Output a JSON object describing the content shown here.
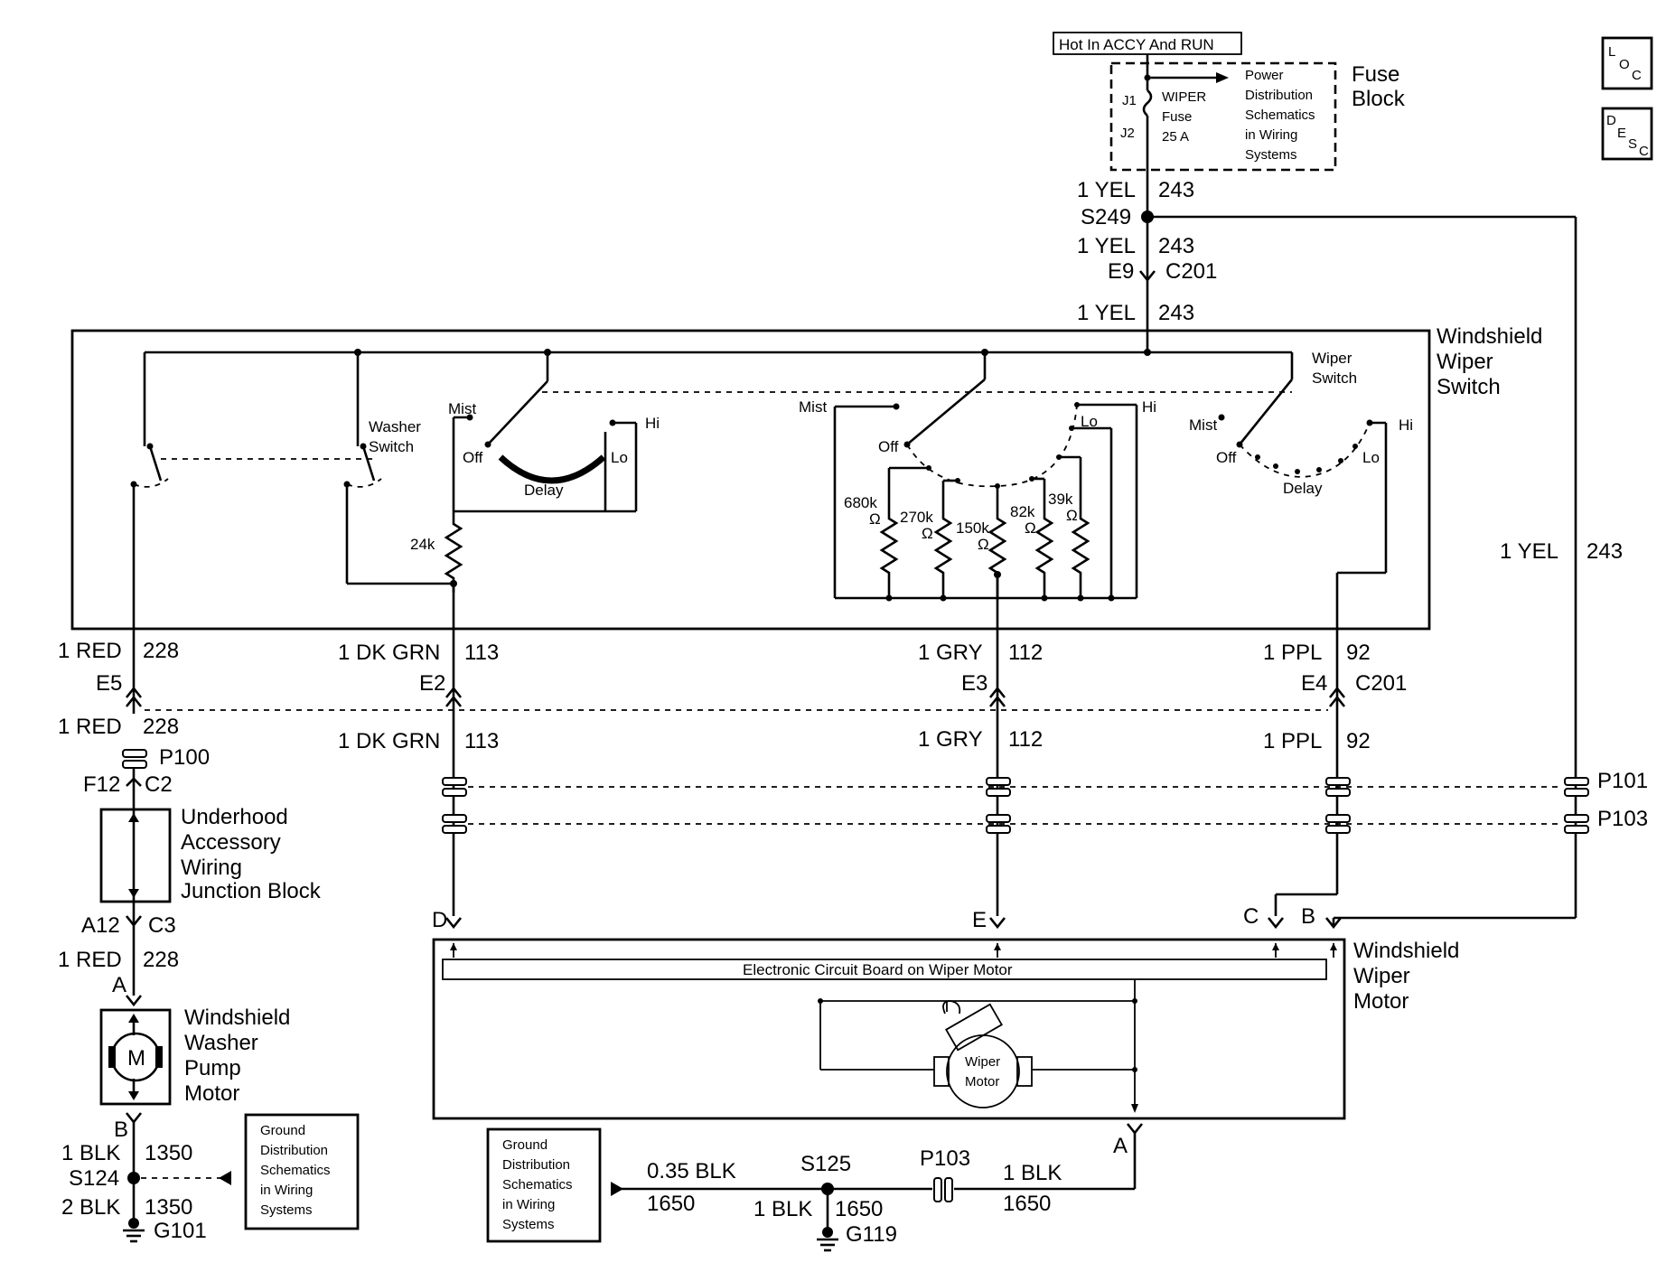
{
  "corner_icons": {
    "loc": [
      "L",
      "O",
      "C"
    ],
    "desc": [
      "D",
      "E",
      "S",
      "C"
    ]
  },
  "power": {
    "hot_label": "Hot In ACCY And RUN",
    "fuse_block": "Fuse Block",
    "fuse_block_l1": "Fuse",
    "fuse_block_l2": "Block",
    "j1": "J1",
    "j2": "J2",
    "fuse_l1": "WIPER",
    "fuse_l2": "Fuse",
    "fuse_l3": "25 A",
    "pds_l1": "Power",
    "pds_l2": "Distribution",
    "pds_l3": "Schematics",
    "pds_l4": "in Wiring",
    "pds_l5": "Systems"
  },
  "wires": {
    "yel_top_1": "1 YEL",
    "yel_top_1_num": "243",
    "splice_s249": "S249",
    "yel_top_2": "1 YEL",
    "yel_top_2_num": "243",
    "e9": "E9",
    "c201_top": "C201",
    "yel_top_3": "1 YEL",
    "yel_top_3_num": "243",
    "yel_right": "1 YEL",
    "yel_right_num": "243",
    "red1": "1 RED",
    "red1_num": "228",
    "dkgrn1": "1 DK GRN",
    "dkgrn1_num": "113",
    "gry1": "1 GRY",
    "gry1_num": "112",
    "ppl1": "1 PPL",
    "ppl1_num": "92",
    "e5": "E5",
    "e2": "E2",
    "e3": "E3",
    "e4": "E4",
    "c201_mid": "C201",
    "red2": "1 RED",
    "red2_num": "228",
    "dkgrn2": "1 DK GRN",
    "dkgrn2_num": "113",
    "gry2": "1 GRY",
    "gry2_num": "112",
    "ppl2": "1 PPL",
    "ppl2_num": "92",
    "p100": "P100",
    "f12": "F12",
    "c2": "C2",
    "p101": "P101",
    "p103_right": "P103",
    "a12": "A12",
    "c3": "C3",
    "red3": "1 RED",
    "red3_num": "228",
    "pin_a_pump": "A",
    "pin_b_pump": "B",
    "pin_d": "D",
    "pin_e": "E",
    "pin_c": "C",
    "pin_b": "B",
    "pin_a_motor": "A",
    "blk1": "1 BLK",
    "blk1_num": "1350",
    "s124": "S124",
    "blk2": "2 BLK",
    "blk2_num": "1350",
    "g101": "G101",
    "blk035": "0.35 BLK",
    "blk035_num": "1650",
    "s125": "S125",
    "blk_s125": "1 BLK",
    "blk_s125_num": "1650",
    "g119": "G119",
    "p103_bottom": "P103",
    "blk_right": "1 BLK",
    "blk_right_num": "1650"
  },
  "switch": {
    "title_l1": "Windshield",
    "title_l2": "Wiper",
    "title_l3": "Switch",
    "washer_l1": "Washer",
    "washer_l2": "Switch",
    "wiper_sw_l1": "Wiper",
    "wiper_sw_l2": "Switch",
    "mist": "Mist",
    "off": "Off",
    "lo": "Lo",
    "hi": "Hi",
    "delay": "Delay",
    "r24k": "24k",
    "r680k": "680k",
    "r270k": "270k",
    "r150k": "150k",
    "r82k": "82k",
    "r39k": "39k",
    "ohm": "Ω"
  },
  "junction": {
    "l1": "Underhood",
    "l2": "Accessory",
    "l3": "Wiring",
    "l4": "Junction Block"
  },
  "pump": {
    "l1": "Windshield",
    "l2": "Washer",
    "l3": "Pump",
    "l4": "Motor",
    "m": "M"
  },
  "motor": {
    "board": "Electronic Circuit Board on Wiper Motor",
    "l1": "Windshield",
    "l2": "Wiper",
    "l3": "Motor",
    "inner_l1": "Wiper",
    "inner_l2": "Motor"
  },
  "ground_left": {
    "l1": "Ground",
    "l2": "Distribution",
    "l3": "Schematics",
    "l4": "in Wiring",
    "l5": "Systems"
  },
  "ground_right": {
    "l1": "Ground",
    "l2": "Distribution",
    "l3": "Schematics",
    "l4": "in Wiring",
    "l5": "Systems"
  }
}
